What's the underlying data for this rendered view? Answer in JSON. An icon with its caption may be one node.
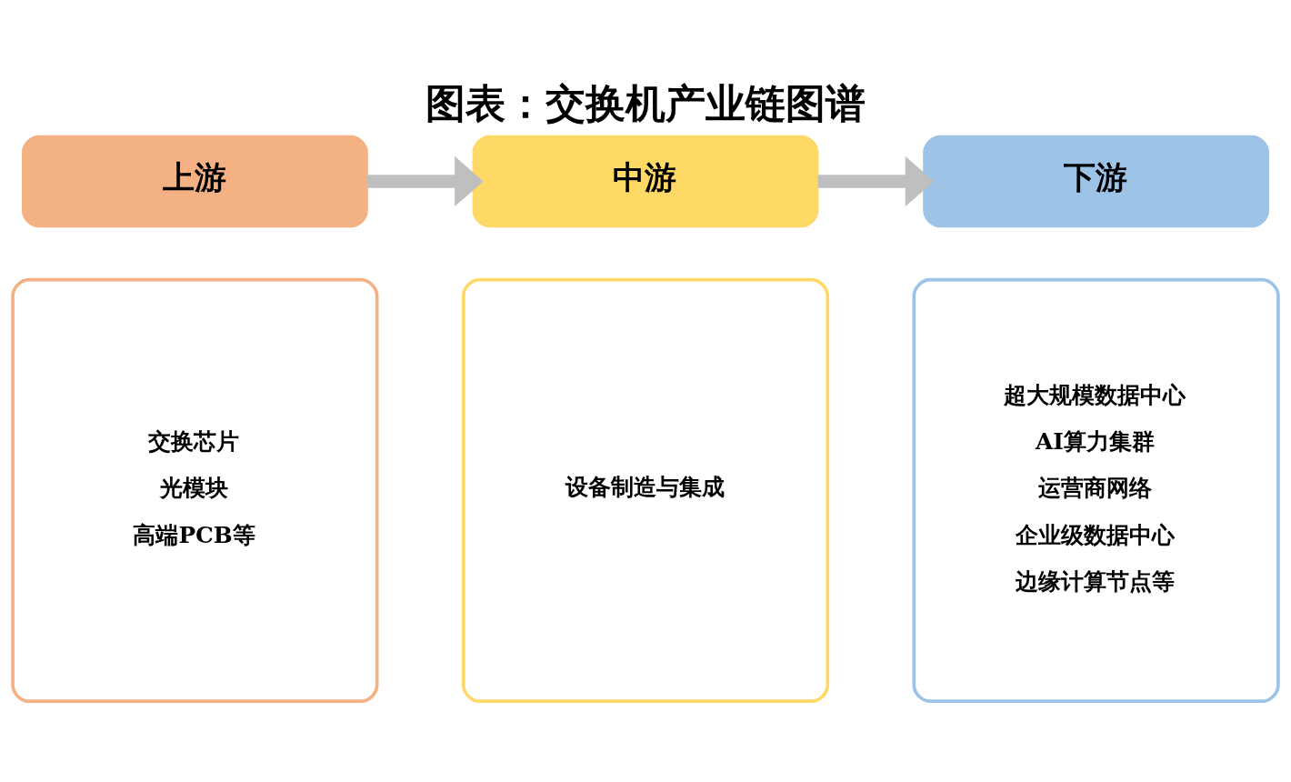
{
  "diagram": {
    "title": "图表：交换机产业链图谱",
    "nodes": [
      {
        "text": [
          "上游"
        ]
      },
      {
        "text": [
          "中游"
        ]
      },
      {
        "text": [
          "下游"
        ]
      },
      {
        "text": [
          "交换芯片",
          "光模块",
          "高端PCB等"
        ]
      },
      {
        "text": [
          "设备制造与集成"
        ]
      },
      {
        "text": [
          "超大规模数据中心",
          "AI算力集群",
          "运营商网络",
          "企业级数据中心",
          "边缘计算节点等"
        ]
      }
    ],
    "edges": [
      {
        "from": 0,
        "to": 1,
        "arrow": "to"
      },
      {
        "from": 1,
        "to": 2,
        "arrow": "to"
      }
    ]
  }
}
